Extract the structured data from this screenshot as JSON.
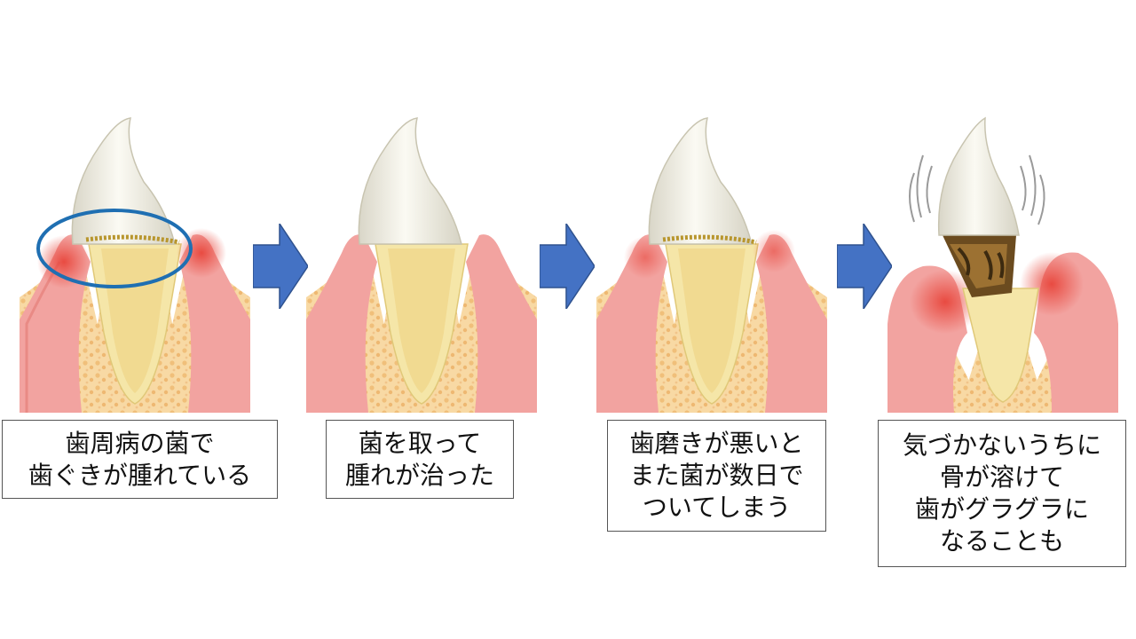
{
  "stages": [
    {
      "caption_lines": [
        "歯周病の菌で",
        "歯ぐきが腫れている"
      ]
    },
    {
      "caption_lines": [
        "菌を取って",
        "腫れが治った"
      ]
    },
    {
      "caption_lines": [
        "歯磨きが悪いと",
        "また菌が数日で",
        "ついてしまう"
      ]
    },
    {
      "caption_lines": [
        "気づかないうちに",
        "骨が溶けて",
        "歯がグラグラに",
        "なることも"
      ]
    }
  ],
  "colors": {
    "arrow": "#4472c4",
    "highlight_ring": "#1f6fb2",
    "gum": "#f2a3a0",
    "bone": "#f8d9a4",
    "enamel": "#f2efe2",
    "root": "#f5e6a8",
    "inflammation": "#e8463c",
    "plaque": "#6b4b1f"
  },
  "icons": [
    "right-arrow-icon",
    "highlight-ellipse",
    "tooth-illustration",
    "motion-lines-icon"
  ]
}
